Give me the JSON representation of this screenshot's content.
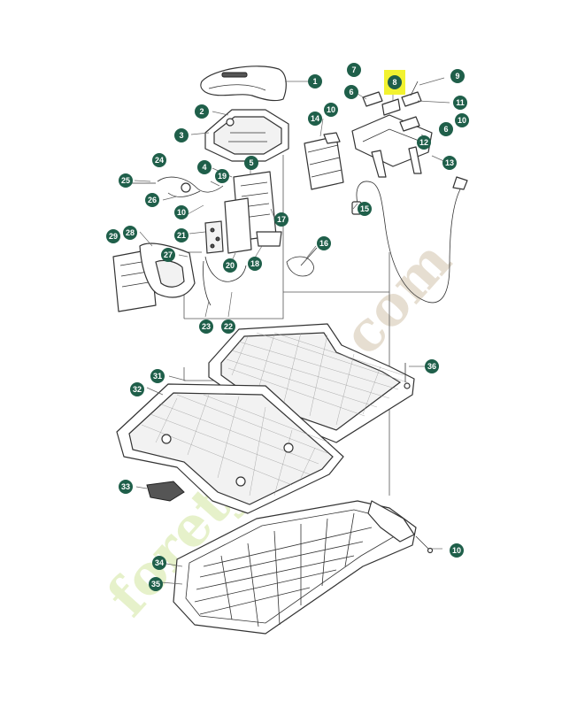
{
  "colors": {
    "callout": "#1f5f4a",
    "highlight": "#f2f230",
    "watermark_green": "#c8df8a",
    "watermark_brown": "#c7b59a"
  },
  "watermark": {
    "text": "foretjardin.com"
  },
  "callouts": [
    {
      "label": "1"
    },
    {
      "label": "2"
    },
    {
      "label": "3"
    },
    {
      "label": "4"
    },
    {
      "label": "5"
    },
    {
      "label": "6"
    },
    {
      "label": "6"
    },
    {
      "label": "7"
    },
    {
      "label": "8",
      "highlighted": true
    },
    {
      "label": "9"
    },
    {
      "label": "10"
    },
    {
      "label": "10"
    },
    {
      "label": "10"
    },
    {
      "label": "10"
    },
    {
      "label": "11"
    },
    {
      "label": "12"
    },
    {
      "label": "13"
    },
    {
      "label": "14"
    },
    {
      "label": "15"
    },
    {
      "label": "16"
    },
    {
      "label": "17"
    },
    {
      "label": "18"
    },
    {
      "label": "19"
    },
    {
      "label": "20"
    },
    {
      "label": "21"
    },
    {
      "label": "22"
    },
    {
      "label": "23"
    },
    {
      "label": "24"
    },
    {
      "label": "25"
    },
    {
      "label": "26"
    },
    {
      "label": "27"
    },
    {
      "label": "28"
    },
    {
      "label": "29"
    },
    {
      "label": "31"
    },
    {
      "label": "32"
    },
    {
      "label": "33"
    },
    {
      "label": "34"
    },
    {
      "label": "35"
    },
    {
      "label": "36"
    }
  ]
}
